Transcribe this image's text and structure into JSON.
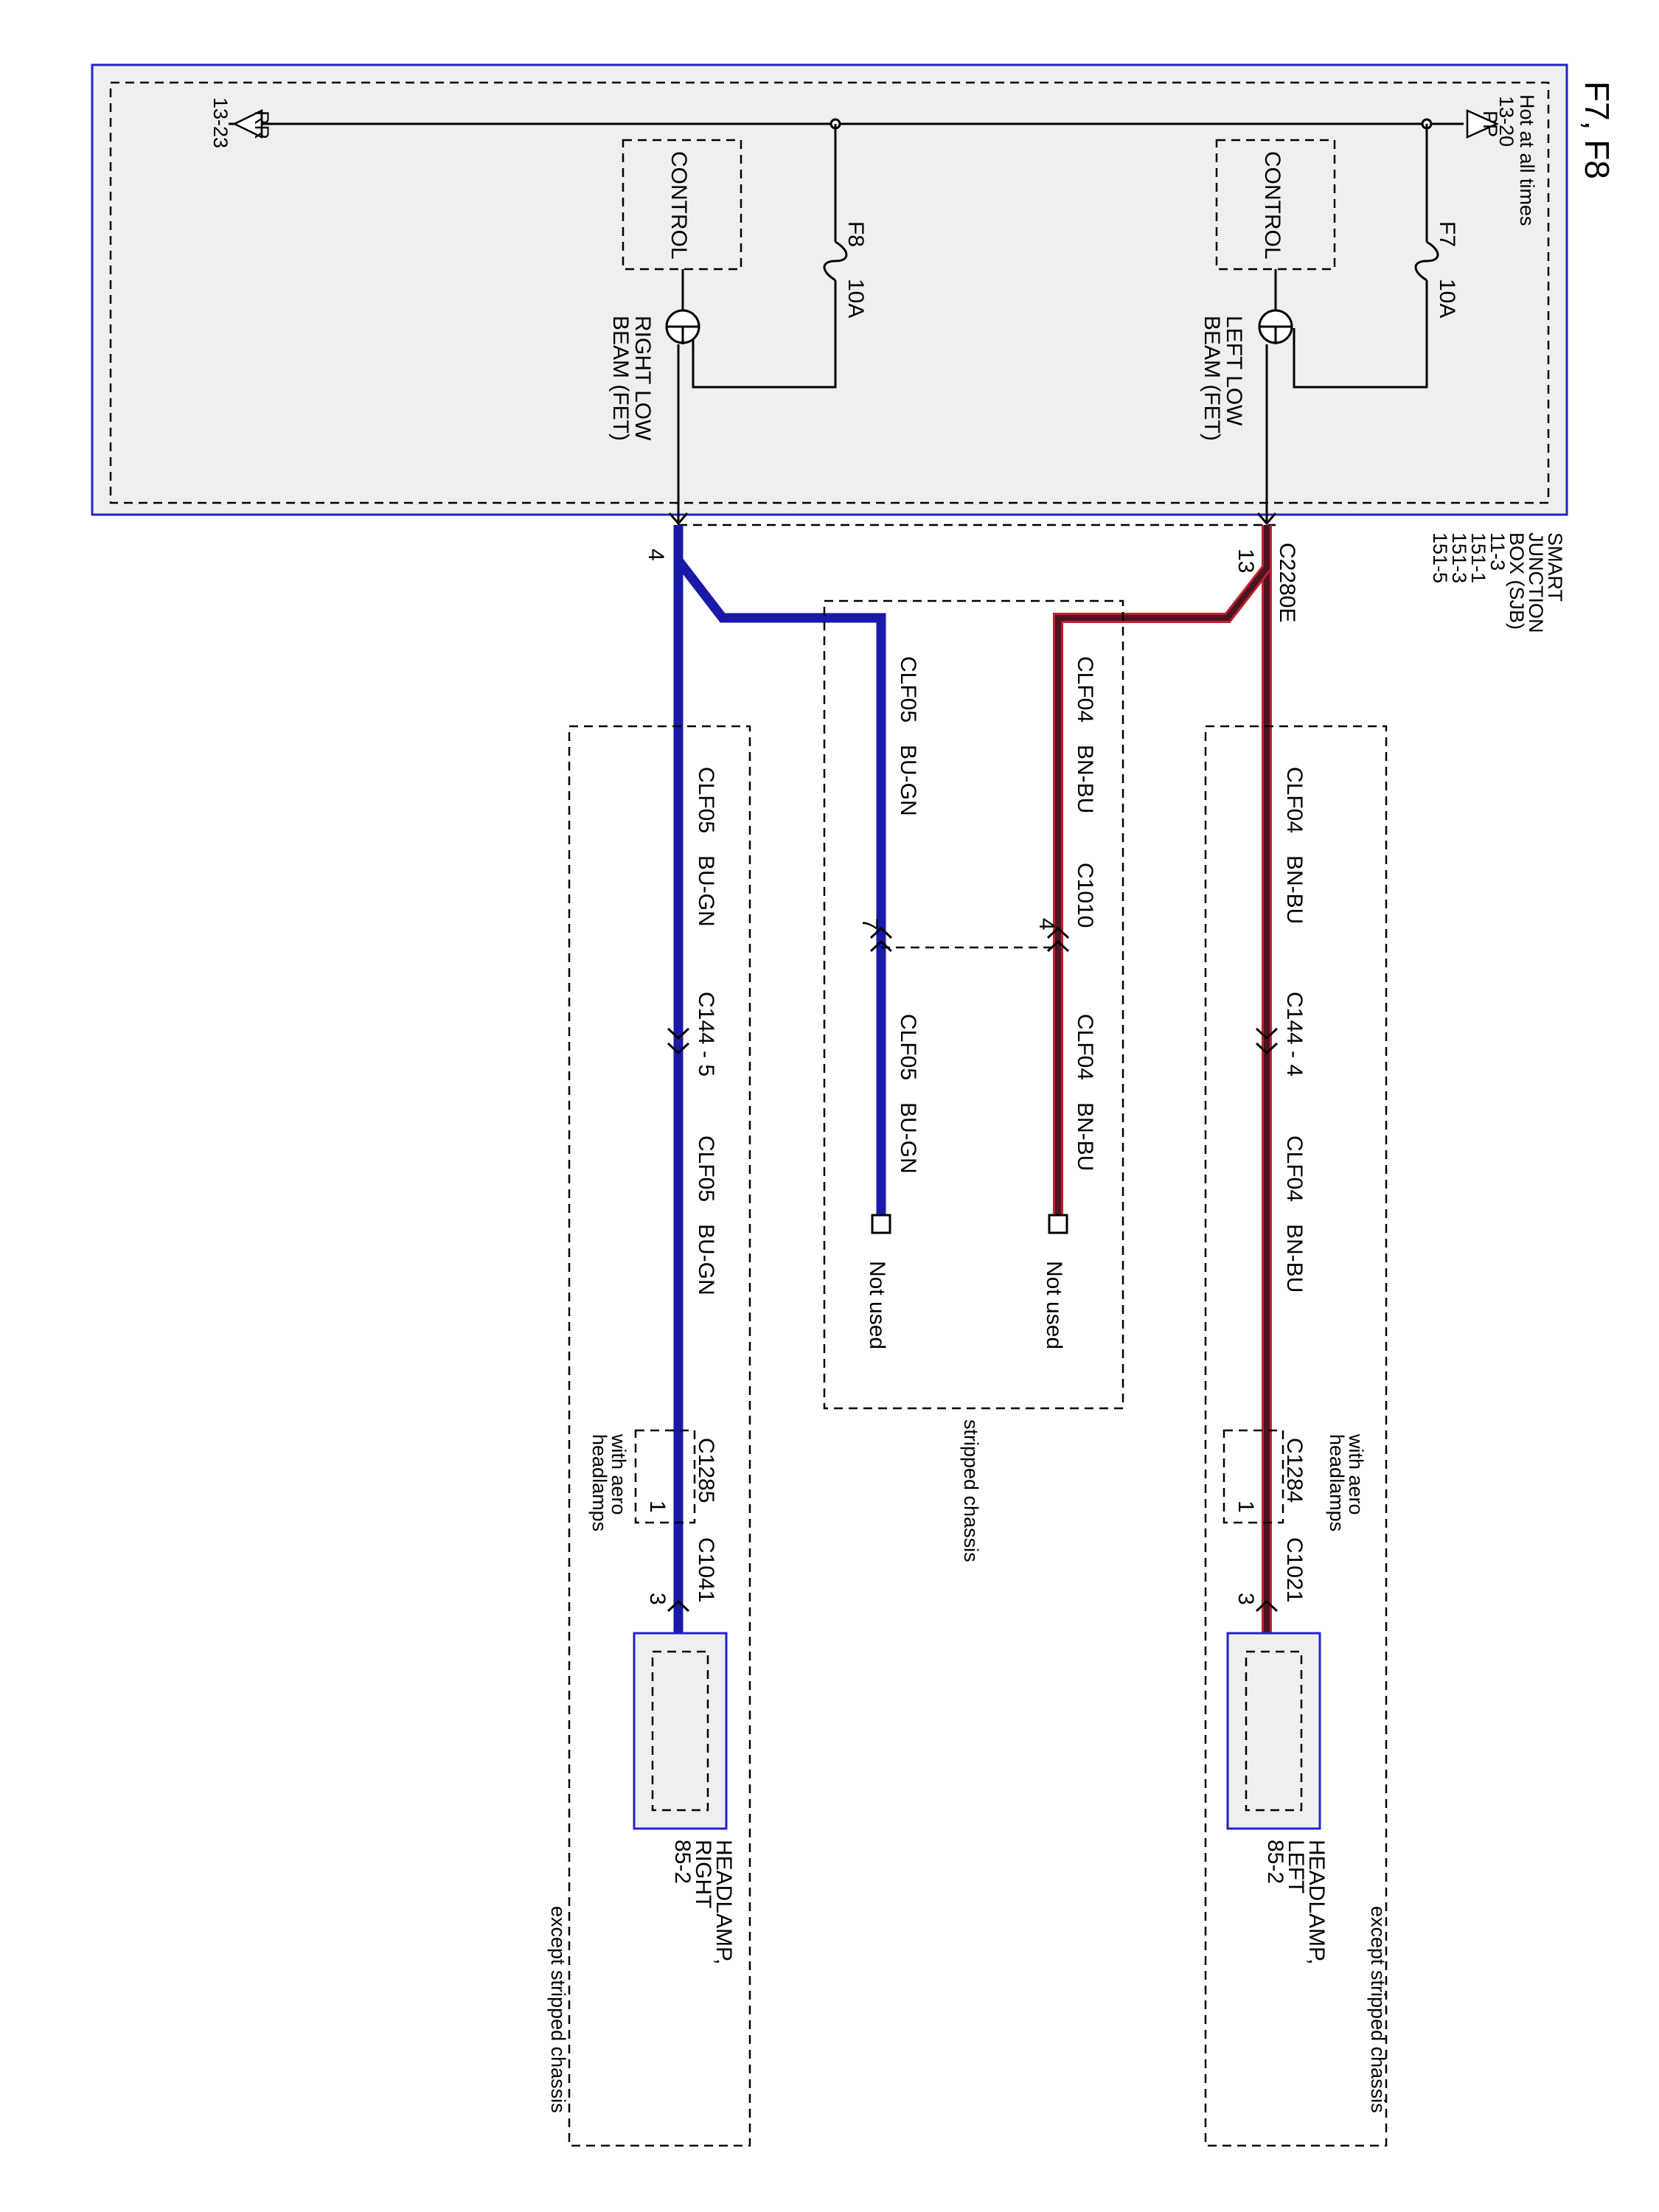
{
  "title": "F7, F8",
  "power": {
    "note": "Hot at all times",
    "left_ref": "13-20",
    "left_tag": "PP",
    "right_ref": "13-23",
    "right_tag": "RR"
  },
  "fuses": [
    {
      "name": "F7",
      "rating": "10A"
    },
    {
      "name": "F8",
      "rating": "10A"
    }
  ],
  "control_label": "CONTROL",
  "left_beam": [
    "LEFT LOW",
    "BEAM (FET)"
  ],
  "right_beam": [
    "RIGHT LOW",
    "BEAM (FET)"
  ],
  "sjb": {
    "lines": [
      "SMART",
      "JUNCTION",
      "BOX (SJB)",
      "11-3",
      "151-1",
      "151-3",
      "151-5"
    ],
    "connector": "C2280E",
    "pin_left": "13",
    "pin_right": "4"
  },
  "left_circuit": {
    "wire1": {
      "circuit": "CLF04",
      "color": "BN-BU"
    },
    "inline": "C144 - 4",
    "wire2": {
      "circuit": "CLF04",
      "color": "BN-BU"
    },
    "aero_connector": "C1284",
    "aero_pin": "1",
    "aero_note": [
      "with aero",
      "headlamps"
    ],
    "connector": "C1021",
    "pin": "3",
    "component": [
      "HEADLAMP,",
      "LEFT",
      "85-2"
    ]
  },
  "right_circuit": {
    "wire1": {
      "circuit": "CLF05",
      "color": "BU-GN"
    },
    "inline": "C144 - 5",
    "wire2": {
      "circuit": "CLF05",
      "color": "BU-GN"
    },
    "aero_connector": "C1285",
    "aero_pin": "1",
    "aero_note": [
      "with aero",
      "headlamps"
    ],
    "connector": "C1041",
    "pin": "3",
    "component": [
      "HEADLAMP,",
      "RIGHT",
      "85-2"
    ]
  },
  "stripped": {
    "wire_a1": {
      "circuit": "CLF04",
      "color": "BN-BU"
    },
    "connector": "C1010",
    "pin_a": "4",
    "pin_b": "7",
    "wire_b1": {
      "circuit": "CLF05",
      "color": "BU-GN"
    },
    "wire_a2": {
      "circuit": "CLF04",
      "color": "BN-BU"
    },
    "wire_b2": {
      "circuit": "CLF05",
      "color": "BU-GN"
    },
    "not_used": "Not used",
    "label": "stripped chassis"
  },
  "except_stripped": "except stripped chassis",
  "colors": {
    "box_border": "#2323c8",
    "box_fill": "#efefef",
    "wire_blue": "#1a1aa8",
    "wire_brown_core": "#4a1420",
    "wire_red_edge": "#c02030"
  }
}
